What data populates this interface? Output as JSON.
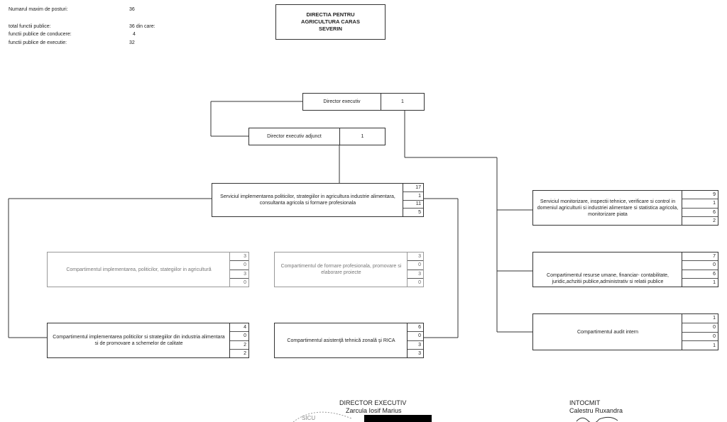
{
  "header_stats": {
    "max_posts_label": "Numarul maxim de posturi:",
    "max_posts_value": "36",
    "total_label": "total functii publice:",
    "total_value": "36 din care:",
    "conducere_label": "functii publice de conducere:",
    "conducere_value": "4",
    "executie_label": "functii publice de executie:",
    "executie_value": "32"
  },
  "title": "DIRECTIA PENTRU AGRICULTURA CARAS SEVERIN",
  "director": {
    "label": "Director executiv",
    "count": "1"
  },
  "deputy": {
    "label": "Director executiv adjunct",
    "count": "1"
  },
  "serviciu_implementare": {
    "label": "Serviciul implementarea politicilor, strategiilor in agricultura industrie alimentara, consultanta agricola si formare profesionala",
    "nums": [
      "17",
      "1",
      "11",
      "5"
    ]
  },
  "comp_politici_agricultura": {
    "label": "Compartimentul implementarea, politicilor, stategiilor in agricultură",
    "nums": [
      "3",
      "0",
      "3",
      "0"
    ]
  },
  "comp_formare": {
    "label": "Compartimentul de formare profesionala, promovare si elaborare proiecte",
    "nums": [
      "3",
      "0",
      "3",
      "0"
    ]
  },
  "comp_industrie": {
    "label": "Compartimentul implementarea politicilor si strategiilor din industria alimentara si de promovare a schemelor de calitate",
    "nums": [
      "4",
      "0",
      "2",
      "2"
    ]
  },
  "comp_asistenta": {
    "label": "Compartimentul asistenţă tehnică zonală şi RICA",
    "nums": [
      "6",
      "0",
      "3",
      "3"
    ]
  },
  "serviciu_monitorizare": {
    "label": "Serviciul monitorizare, inspectii tehnice, verificare si control in domeniul agriculturii si industriei alimentare si statistica agricola, monitorizare piata",
    "nums": [
      "9",
      "1",
      "6",
      "2"
    ]
  },
  "comp_resurse": {
    "label": "Compartimentul resurse umane, financiar- contabilitate, juridic,achzitii publice,administrativ si relatii publice",
    "nums": [
      "7",
      "0",
      "6",
      "1"
    ]
  },
  "comp_audit": {
    "label": "Compartimentul audit intern",
    "nums": [
      "1",
      "0",
      "0",
      "1"
    ]
  },
  "signatures": {
    "director_title": "DIRECTOR EXECUTIV",
    "director_name": "Zarcula Iosif Marius",
    "prepared_title": "INTOCMIT",
    "prepared_name": "Calestru Ruxandra"
  }
}
